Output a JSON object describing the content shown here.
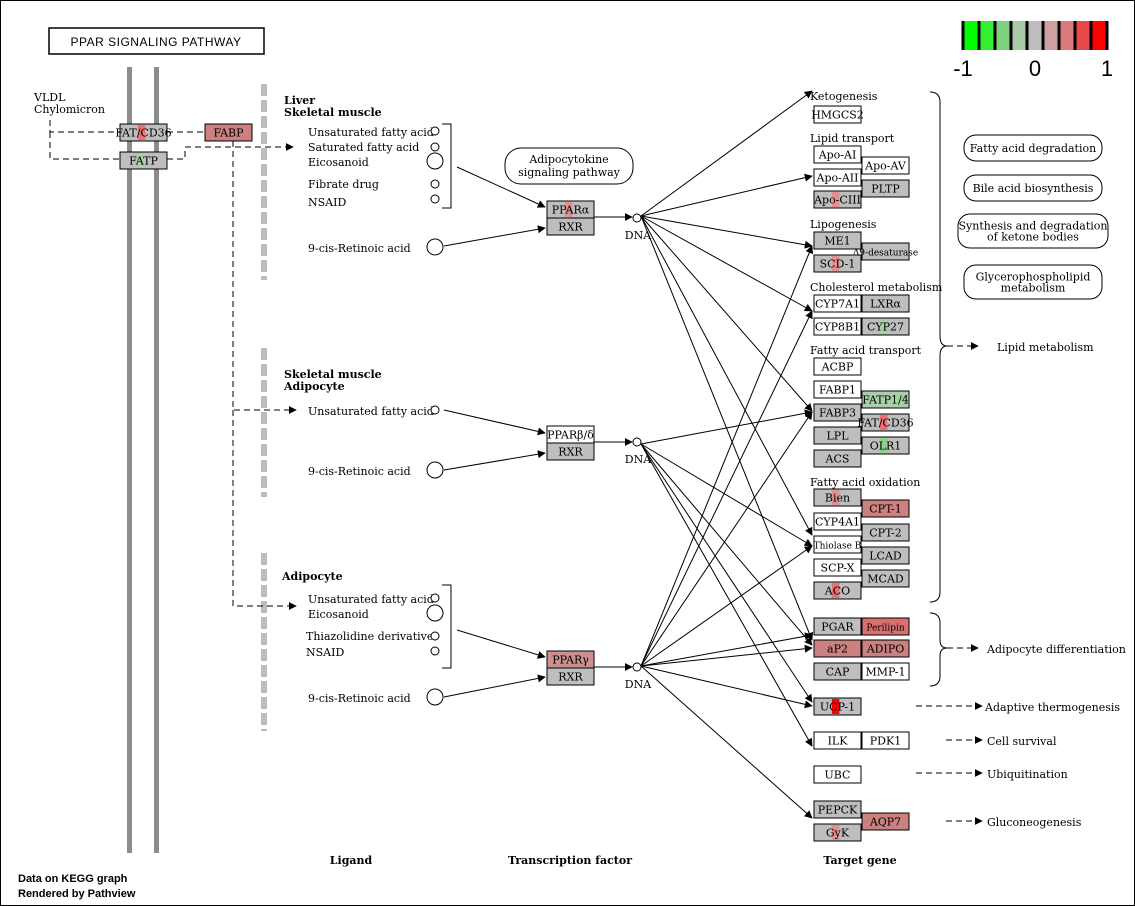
{
  "title": "PPAR SIGNALING PATHWAY",
  "legend": {
    "min_label": "-1",
    "mid_label": "0",
    "max_label": "1",
    "colors": [
      "#00ff00",
      "#33ee33",
      "#7fd07f",
      "#a8c8a8",
      "#bebebe",
      "#d0a0a0",
      "#da7a7a",
      "#e84848",
      "#ff0000"
    ]
  },
  "footer": {
    "line1": "Data on KEGG graph",
    "line2": "Rendered by Pathview"
  },
  "lipoprotein": {
    "vldl": "VLDL",
    "chylomicron": "Chylomicron"
  },
  "transport_genes": [
    {
      "label": "FAT/CD36",
      "fill": "#bebebe",
      "hi": "#e87070"
    },
    {
      "label": "FATP",
      "fill": "#bebebe",
      "hi": "#a8d0a8"
    },
    {
      "label": "FABP",
      "fill": "#cc8080",
      "hi": ""
    }
  ],
  "column_headers": {
    "ligand": "Ligand",
    "tf": "Transcription factor",
    "target": "Target gene"
  },
  "tissues": {
    "liver": [
      "Liver",
      "Skeletal muscle"
    ],
    "skm": [
      "Skeletal muscle",
      "Adipocyte"
    ],
    "adipocyte": [
      "Adipocyte"
    ]
  },
  "ligands": {
    "group1": [
      "Unsaturated fatty acid",
      "Saturated fatty acid",
      "Eicosanoid",
      "Fibrate drug",
      "NSAID"
    ],
    "group1_ra": "9-cis-Retinoic acid",
    "group2": [
      "Unsaturated fatty acid"
    ],
    "group2_ra": "9-cis-Retinoic acid",
    "group3": [
      "Unsaturated fatty acid",
      "Eicosanoid",
      "Thiazolidine derivative",
      "NSAID"
    ],
    "group3_ra": "9-cis-Retinoic acid"
  },
  "adipocytokine": [
    "Adipocytokine",
    "signaling pathway"
  ],
  "transcription_factors": [
    {
      "label": "PPARα",
      "partner": "RXR",
      "dna": "DNA",
      "fill": "#bebebe",
      "hi": "#e09090"
    },
    {
      "label": "PPARβ/δ",
      "partner": "RXR",
      "dna": "DNA",
      "fill": "#ffffff",
      "hi": ""
    },
    {
      "label": "PPARγ",
      "partner": "RXR",
      "dna": "DNA",
      "fill": "#cc9090",
      "hi": ""
    }
  ],
  "target_groups": {
    "ketogenesis": "Ketogenesis",
    "lipid_transport": "Lipid transport",
    "lipogenesis": "Lipogenesis",
    "cholesterol": "Cholesterol metabolism",
    "fa_transport": "Fatty acid transport",
    "fa_oxidation": "Fatty acid oxidation"
  },
  "target_genes": [
    {
      "label": "HMGCS2",
      "fill": "#ffffff",
      "hi": ""
    },
    {
      "label": "Apo-AI",
      "fill": "#ffffff",
      "hi": ""
    },
    {
      "label": "Apo-AV",
      "fill": "#ffffff",
      "hi": ""
    },
    {
      "label": "Apo-AII",
      "fill": "#ffffff",
      "hi": ""
    },
    {
      "label": "PLTP",
      "fill": "#bebebe",
      "hi": ""
    },
    {
      "label": "Apo-CIII",
      "fill": "#bebebe",
      "hi": "#e09090"
    },
    {
      "label": "ME1",
      "fill": "#bebebe",
      "hi": ""
    },
    {
      "label": "Δ9-desaturase",
      "fill": "#bebebe",
      "hi": ""
    },
    {
      "label": "SCD-1",
      "fill": "#bebebe",
      "hi": "#e09090"
    },
    {
      "label": "CYP7A1",
      "fill": "#ffffff",
      "hi": ""
    },
    {
      "label": "LXRα",
      "fill": "#bebebe",
      "hi": ""
    },
    {
      "label": "CYP8B1",
      "fill": "#ffffff",
      "hi": ""
    },
    {
      "label": "CYP27",
      "fill": "#bebebe",
      "hi": "#a8d0a8"
    },
    {
      "label": "ACBP",
      "fill": "#ffffff",
      "hi": ""
    },
    {
      "label": "FABP1",
      "fill": "#ffffff",
      "hi": ""
    },
    {
      "label": "FATP1/4",
      "fill": "#a8d0a8",
      "hi": ""
    },
    {
      "label": "FABP3",
      "fill": "#bebebe",
      "hi": ""
    },
    {
      "label": "FAT/CD36",
      "fill": "#bebebe",
      "hi": "#e87070"
    },
    {
      "label": "LPL",
      "fill": "#bebebe",
      "hi": ""
    },
    {
      "label": "OLR1",
      "fill": "#bebebe",
      "hi": "#8fd08f"
    },
    {
      "label": "ACS",
      "fill": "#bebebe",
      "hi": ""
    },
    {
      "label": "Bien",
      "fill": "#bebebe",
      "hi": "#e09090"
    },
    {
      "label": "CPT-1",
      "fill": "#cc8080",
      "hi": ""
    },
    {
      "label": "CYP4A1",
      "fill": "#ffffff",
      "hi": ""
    },
    {
      "label": "CPT-2",
      "fill": "#bebebe",
      "hi": ""
    },
    {
      "label": "Thiolase B",
      "fill": "#ffffff",
      "hi": ""
    },
    {
      "label": "LCAD",
      "fill": "#bebebe",
      "hi": ""
    },
    {
      "label": "SCP-X",
      "fill": "#ffffff",
      "hi": ""
    },
    {
      "label": "MCAD",
      "fill": "#bebebe",
      "hi": ""
    },
    {
      "label": "ACO",
      "fill": "#bebebe",
      "hi": "#e87070"
    },
    {
      "label": "PGAR",
      "fill": "#bebebe",
      "hi": ""
    },
    {
      "label": "Perilipin",
      "fill": "#d97070",
      "hi": ""
    },
    {
      "label": "aP2",
      "fill": "#cc8080",
      "hi": ""
    },
    {
      "label": "ADIPO",
      "fill": "#cc8080",
      "hi": ""
    },
    {
      "label": "CAP",
      "fill": "#bebebe",
      "hi": ""
    },
    {
      "label": "MMP-1",
      "fill": "#ffffff",
      "hi": ""
    },
    {
      "label": "UCP-1",
      "fill": "#bebebe",
      "hi": "#ff0000"
    },
    {
      "label": "ILK",
      "fill": "#ffffff",
      "hi": ""
    },
    {
      "label": "PDK1",
      "fill": "#ffffff",
      "hi": ""
    },
    {
      "label": "UBC",
      "fill": "#ffffff",
      "hi": ""
    },
    {
      "label": "PEPCK",
      "fill": "#bebebe",
      "hi": ""
    },
    {
      "label": "GyK",
      "fill": "#bebebe",
      "hi": "#e09090"
    },
    {
      "label": "AQP7",
      "fill": "#cc8080",
      "hi": ""
    }
  ],
  "pathway_maps": [
    "Fatty acid degradation",
    "Bile acid biosynthesis",
    "Synthesis and degradation of ketone bodies",
    "Glycerophospholipid metabolism"
  ],
  "outcomes": {
    "lipid_metabolism": "Lipid metabolism",
    "adipocyte_diff": "Adipocyte differentiation",
    "thermogenesis": "Adaptive thermogenesis",
    "cell_survival": "Cell survival",
    "ubiquitination": "Ubiquitination",
    "gluconeogenesis": "Gluconeogenesis"
  }
}
